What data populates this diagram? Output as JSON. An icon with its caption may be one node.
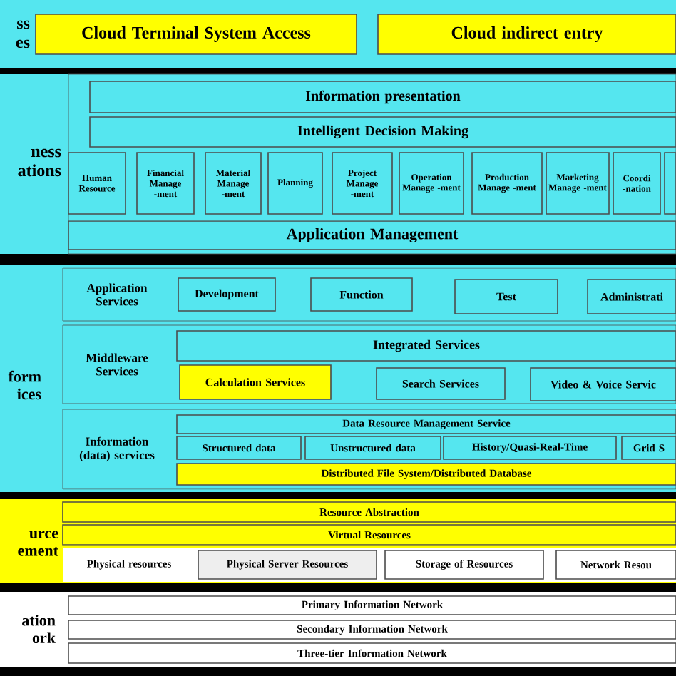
{
  "diagram": {
    "nodes": [
      {
        "text": [
          "ss es"
        ]
      },
      {
        "text": [
          "Cloud Terminal System Access"
        ],
        "in": 0
      },
      {
        "text": [
          "Cloud indirect entry"
        ],
        "in": 0
      },
      {
        "text": [
          "ness ations"
        ]
      },
      {
        "text": [
          "Information presentation"
        ],
        "in": 3
      },
      {
        "text": [
          "Intelligent Decision Making"
        ],
        "in": 3
      },
      {
        "text": [
          "Human Resource"
        ],
        "in": 3
      },
      {
        "text": [
          "Financial Manage -ment"
        ],
        "in": 3
      },
      {
        "text": [
          "Material Manage -ment"
        ],
        "in": 3
      },
      {
        "text": [
          "Planning"
        ],
        "in": 3
      },
      {
        "text": [
          "Project Manage -ment"
        ],
        "in": 3
      },
      {
        "text": [
          "Operation Manage -ment"
        ],
        "in": 3
      },
      {
        "text": [
          "Production Manage -ment"
        ],
        "in": 3
      },
      {
        "text": [
          "Marketing Manage -ment"
        ],
        "in": 3
      },
      {
        "text": [
          "Coordi -nation"
        ],
        "in": 3
      },
      {
        "text": [],
        "shape": "box",
        "in": 3
      },
      {
        "text": [
          "Application Management"
        ],
        "in": 3
      },
      {
        "text": [
          "form ices"
        ]
      },
      {
        "text": [
          "Application Services"
        ],
        "in": 17
      },
      {
        "text": [
          "Development"
        ],
        "in": 18
      },
      {
        "text": [
          "Function"
        ],
        "in": 18
      },
      {
        "text": [
          "Test"
        ],
        "in": 18
      },
      {
        "text": [
          "Administrati"
        ],
        "in": 18
      },
      {
        "text": [
          "Middleware Services"
        ],
        "in": 17
      },
      {
        "text": [
          "Integrated Services"
        ],
        "in": 23
      },
      {
        "text": [
          "Calculation Services"
        ],
        "in": 23
      },
      {
        "text": [
          "Search Services"
        ],
        "in": 23
      },
      {
        "text": [
          "Video & Voice Servic"
        ],
        "in": 23
      },
      {
        "text": [
          "Information (data) services"
        ],
        "in": 17
      },
      {
        "text": [
          "Data Resource Management Service"
        ],
        "in": 28
      },
      {
        "text": [
          "Structured data"
        ],
        "in": 28
      },
      {
        "text": [
          "Unstructured data"
        ],
        "in": 28
      },
      {
        "text": [
          "History/Quasi-Real-Time"
        ],
        "in": 28
      },
      {
        "text": [
          "Grid S"
        ],
        "in": 28
      },
      {
        "text": [
          "Distributed File System/Distributed Database"
        ],
        "in": 28
      },
      {
        "text": [
          "urce ement"
        ]
      },
      {
        "text": [
          "Resource Abstraction"
        ],
        "in": 35
      },
      {
        "text": [
          "Virtual Resources"
        ],
        "in": 35
      },
      {
        "text": [
          "Physical resources"
        ],
        "in": 35
      },
      {
        "text": [
          "Physical Server Resources"
        ],
        "in": 38
      },
      {
        "text": [
          "Storage of Resources"
        ],
        "in": 38
      },
      {
        "text": [
          "Network Resou"
        ],
        "in": 38
      },
      {
        "text": [
          "ation ork"
        ]
      },
      {
        "text": [
          "Primary Information Network"
        ],
        "in": 42
      },
      {
        "text": [
          "Secondary Information Network"
        ],
        "in": 42
      },
      {
        "text": [
          "Three-tier Information Network"
        ],
        "in": 42
      }
    ]
  }
}
